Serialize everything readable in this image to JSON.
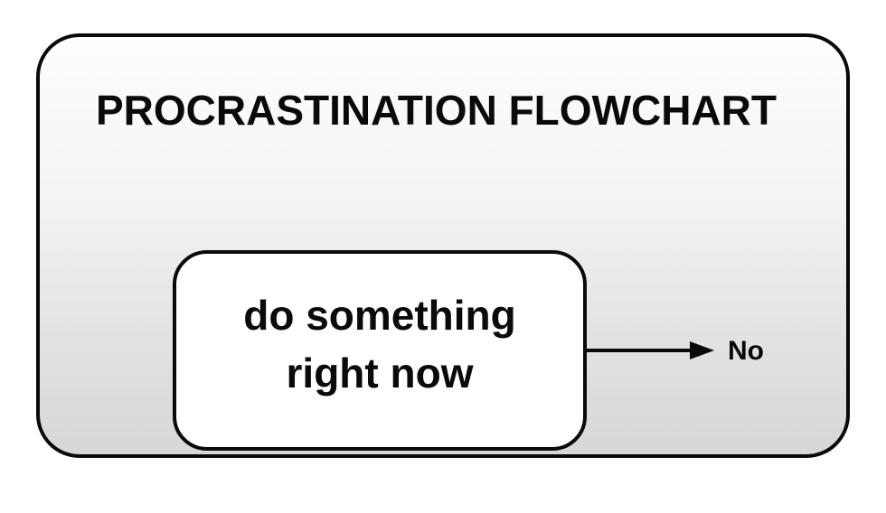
{
  "title": "PROCRASTINATION FLOWCHART",
  "flowchart": {
    "node": {
      "lines": [
        "do something",
        "right now"
      ]
    },
    "arrow": {
      "label": "No"
    }
  },
  "colors": {
    "border": "#0a0a0a",
    "frame_gradient_top": "#fefefe",
    "frame_gradient_bottom": "#d7d7d7",
    "node_fill": "#ffffff",
    "text": "#0a0a0a"
  }
}
